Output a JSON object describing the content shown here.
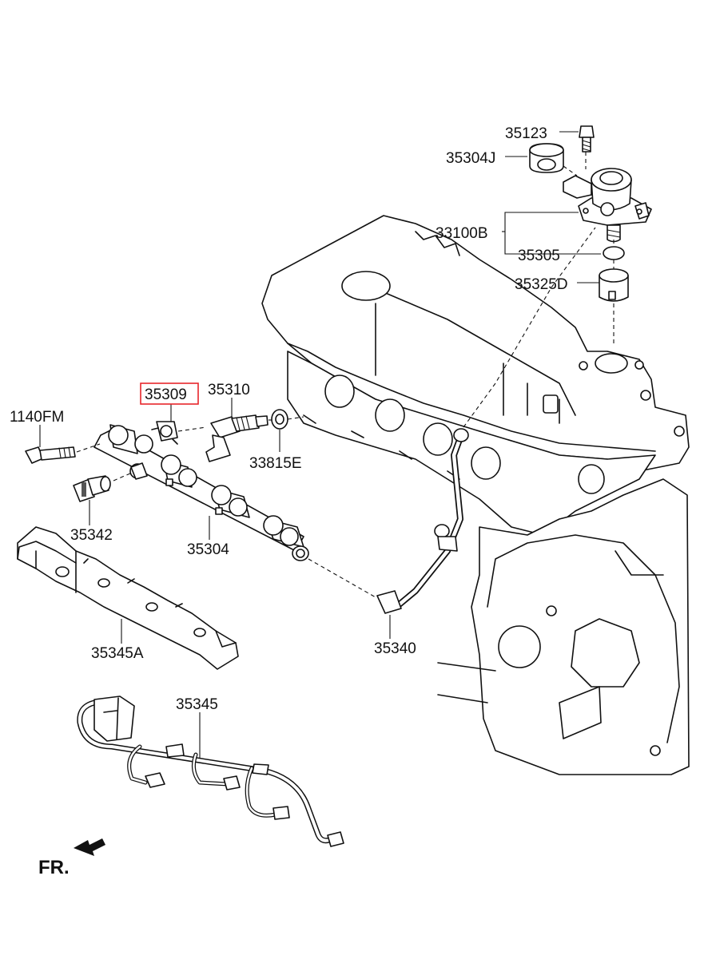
{
  "labels": {
    "p35123": "35123",
    "p35304J": "35304J",
    "p33100B": "33100B",
    "p35305": "35305",
    "p35325D": "35325D",
    "p35309": "35309",
    "p35310": "35310",
    "p1140FM": "1140FM",
    "p33815E": "33815E",
    "p35342": "35342",
    "p35304": "35304",
    "p35340": "35340",
    "p35345A": "35345A",
    "p35345": "35345"
  },
  "orientation": {
    "front_label": "FR."
  },
  "highlight": {
    "part": "35309",
    "border_color": "#e8262b"
  }
}
